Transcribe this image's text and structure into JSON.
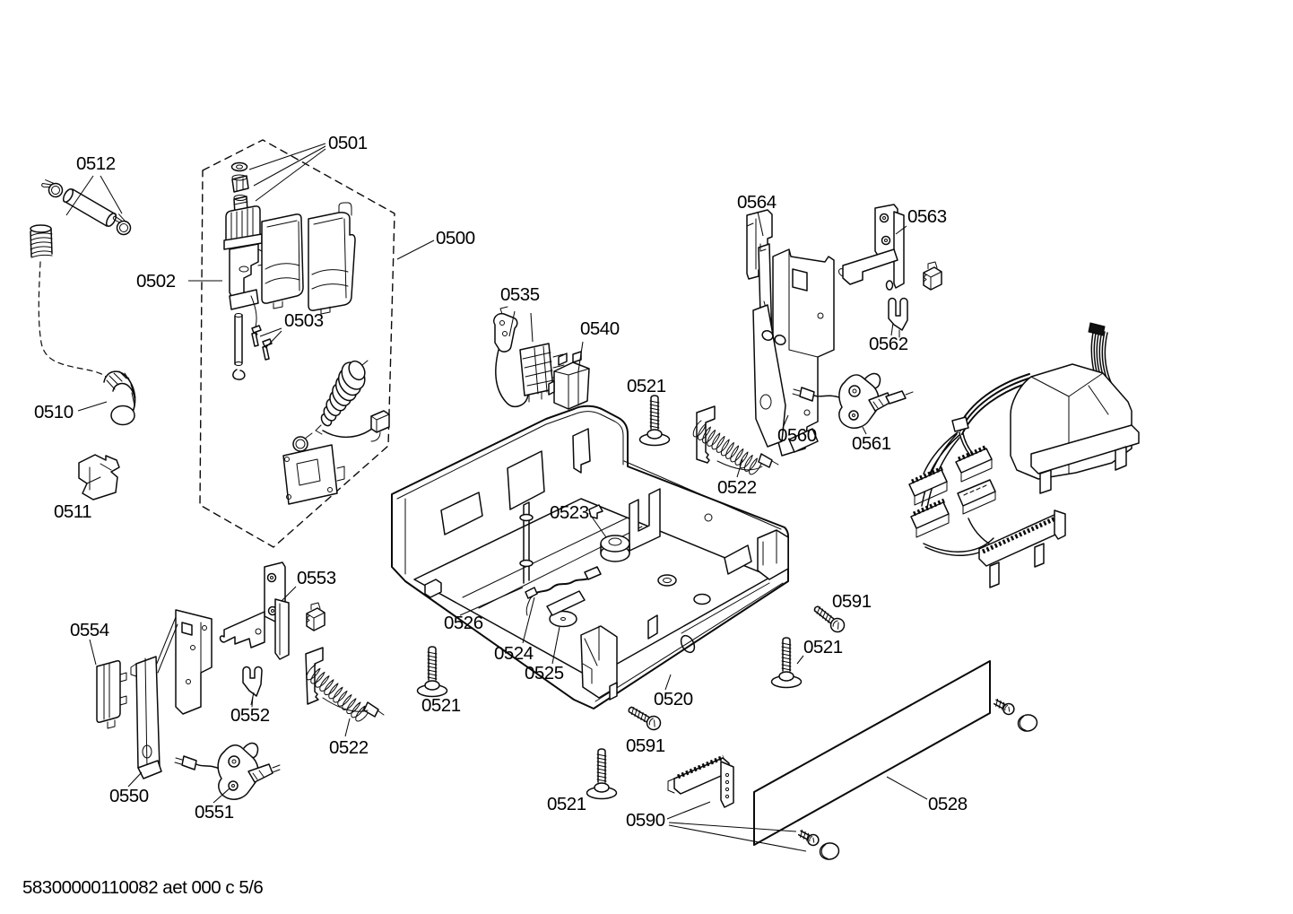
{
  "colors": {
    "line": "#0a0a0a",
    "background": "#ffffff"
  },
  "footer": {
    "doc_code": "58300000110082 aet 000 c 5/6"
  },
  "diagram": {
    "type": "exploded-parts-diagram",
    "labels": [
      {
        "text": "0512"
      },
      {
        "text": "0501"
      },
      {
        "text": "0500"
      },
      {
        "text": "0502"
      },
      {
        "text": "0503"
      },
      {
        "text": "0535"
      },
      {
        "text": "0540"
      },
      {
        "text": "0564"
      },
      {
        "text": "0563"
      },
      {
        "text": "0562"
      },
      {
        "text": "0521"
      },
      {
        "text": "0560"
      },
      {
        "text": "0561"
      },
      {
        "text": "0510"
      },
      {
        "text": "0522"
      },
      {
        "text": "0523"
      },
      {
        "text": "0511"
      },
      {
        "text": "0553"
      },
      {
        "text": "0554"
      },
      {
        "text": "0591"
      },
      {
        "text": "0526"
      },
      {
        "text": "0521"
      },
      {
        "text": "0524"
      },
      {
        "text": "0525"
      },
      {
        "text": "0520"
      },
      {
        "text": "0521"
      },
      {
        "text": "0552"
      },
      {
        "text": "0522"
      },
      {
        "text": "0591"
      },
      {
        "text": "0550"
      },
      {
        "text": "0521"
      },
      {
        "text": "0551"
      },
      {
        "text": "0590"
      },
      {
        "text": "0528"
      }
    ]
  }
}
